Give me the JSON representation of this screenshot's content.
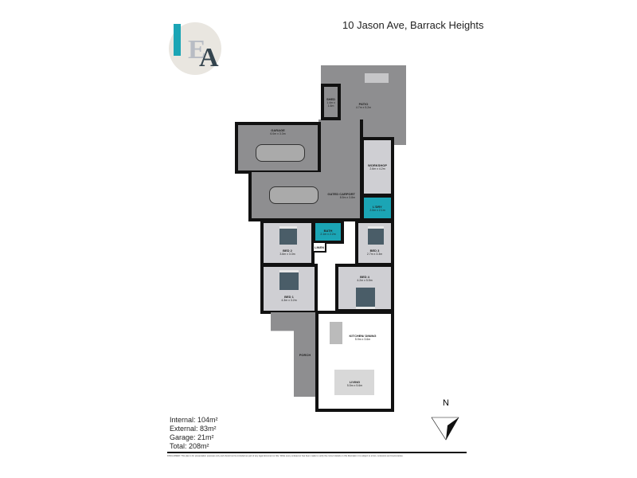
{
  "title": "10 Jason Ave, Barrack Heights",
  "logo": {
    "text": "IEA",
    "colors": {
      "teal": "#1ba5b5",
      "grey": "#b8bcc4",
      "dark": "#34444e",
      "circle": "#e9e6e0"
    }
  },
  "rooms": {
    "patio": {
      "name": "PATIO",
      "dims": "4.7m x 5.2m"
    },
    "shed": {
      "name": "SHED",
      "dims": "1.4m x 1.6m"
    },
    "garage": {
      "name": "GARAGE",
      "dims": "6.0m x 3.3m"
    },
    "workshop": {
      "name": "WORKSHOP",
      "dims": "2.6m x 4.2m"
    },
    "carport": {
      "name": "GATED CARPORT",
      "dims": "8.5m x 3.8m"
    },
    "laundry": {
      "name": "L'DRY",
      "dims": "2.0m x 2.1m"
    },
    "bath": {
      "name": "BATH",
      "dims": "2.1m x 2.2m"
    },
    "linen": {
      "name": "LINEN"
    },
    "bed2": {
      "name": "BED 2",
      "dims": "3.6m x 3.3m"
    },
    "bed3": {
      "name": "BED 3",
      "dims": "2.7m x 3.3m"
    },
    "bed1": {
      "name": "BED 1",
      "dims": "4.3m x 3.2m"
    },
    "bed4": {
      "name": "BED 4",
      "dims": "4.2m x 5.5m"
    },
    "porch": {
      "name": "PORCH"
    },
    "kitchen": {
      "name": "KITCHEN/ DINING",
      "dims": "5.9m x 3.6m"
    },
    "living": {
      "name": "LIVING",
      "dims": "5.5m x 5.6m"
    }
  },
  "areas": {
    "internal": "Internal: 104m²",
    "external": "External: 83m²",
    "garage": "Garage: 21m²",
    "total": "Total: 208m²"
  },
  "compass": "N",
  "disclaimer": "DISCLAIMER: This plan is for presentation purposes only and should not be included as part of any legal document or title. While every endeavour has been made to verify the correct details on this illustration it is subject to errors, omissions and inaccuracies."
}
